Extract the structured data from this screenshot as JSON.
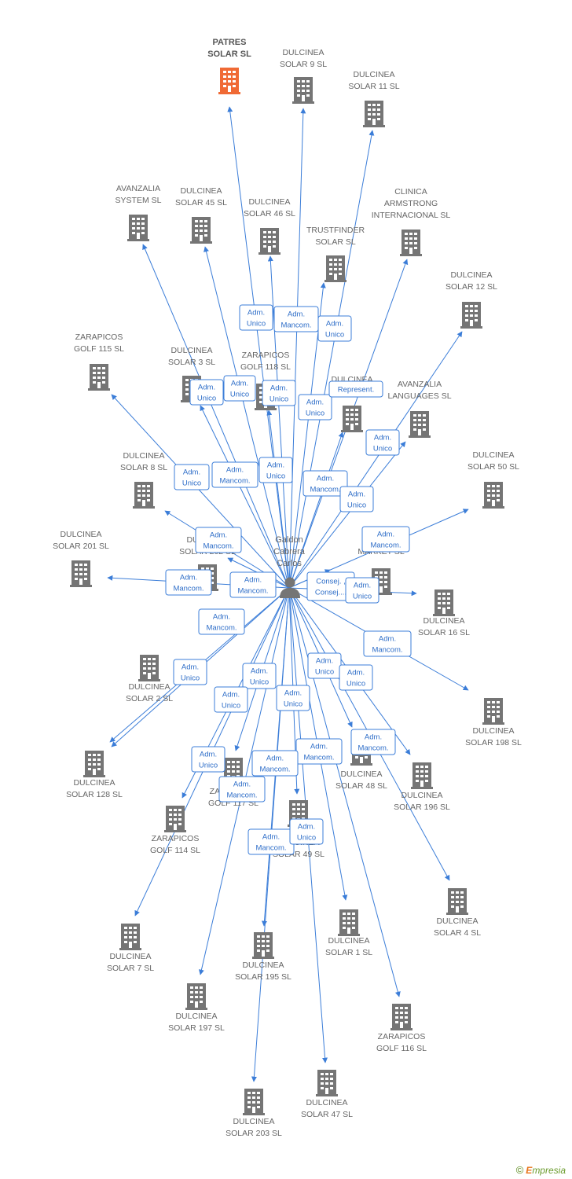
{
  "colors": {
    "edge": "#3b7dd8",
    "building": "#757575",
    "highlight_building": "#f06a35",
    "label": "#666666"
  },
  "center": {
    "name_lines": [
      "Galdon",
      "Cabrera",
      "Carlos"
    ],
    "icon": "person-icon"
  },
  "nodes": [
    {
      "id": "patres",
      "lines": [
        "PATRES",
        "SOLAR SL"
      ],
      "highlight": true
    },
    {
      "id": "d9",
      "lines": [
        "DULCINEA",
        "SOLAR 9 SL"
      ]
    },
    {
      "id": "d11",
      "lines": [
        "DULCINEA",
        "SOLAR 11 SL"
      ]
    },
    {
      "id": "avsys",
      "lines": [
        "AVANZALIA",
        "SYSTEM SL"
      ]
    },
    {
      "id": "d45",
      "lines": [
        "DULCINEA",
        "SOLAR 45 SL"
      ]
    },
    {
      "id": "d46",
      "lines": [
        "DULCINEA",
        "SOLAR 46 SL"
      ]
    },
    {
      "id": "trust",
      "lines": [
        "TRUSTFINDER",
        "SOLAR SL"
      ]
    },
    {
      "id": "clinica",
      "lines": [
        "CLINICA",
        "ARMSTRONG",
        "INTERNACIONAL SL"
      ]
    },
    {
      "id": "d12",
      "lines": [
        "DULCINEA",
        "SOLAR 12 SL"
      ]
    },
    {
      "id": "z115",
      "lines": [
        "ZARAPICOS",
        "GOLF 115 SL"
      ]
    },
    {
      "id": "d3",
      "lines": [
        "DULCINEA",
        "SOLAR 3 SL"
      ]
    },
    {
      "id": "z118",
      "lines": [
        "ZARAPICOS",
        "GOLF 118 SL"
      ]
    },
    {
      "id": "dx",
      "lines": [
        "DULCINEA",
        ""
      ]
    },
    {
      "id": "avlang",
      "lines": [
        "AVANZALIA",
        "LANGUAGES SL"
      ]
    },
    {
      "id": "d50",
      "lines": [
        "DULCINEA",
        "SOLAR 50 SL"
      ]
    },
    {
      "id": "d8",
      "lines": [
        "DULCINEA",
        "SOLAR 8 SL"
      ]
    },
    {
      "id": "d202",
      "lines": [
        "DULCINEA",
        "SOLAR 202 SL"
      ]
    },
    {
      "id": "market",
      "lines": [
        "G...",
        "MARKET SL"
      ]
    },
    {
      "id": "d201",
      "lines": [
        "DULCINEA",
        "SOLAR 201 SL"
      ]
    },
    {
      "id": "d16",
      "lines": [
        "DULCINEA",
        "SOLAR 16 SL"
      ]
    },
    {
      "id": "d2",
      "lines": [
        "DULCINEA",
        "SOLAR 2 SL"
      ]
    },
    {
      "id": "d198",
      "lines": [
        "DULCINEA",
        "SOLAR 198 SL"
      ]
    },
    {
      "id": "d128",
      "lines": [
        "DULCINEA",
        "SOLAR 128 SL"
      ]
    },
    {
      "id": "z117",
      "lines": [
        "ZARAPICOS",
        "GOLF 117 SL"
      ]
    },
    {
      "id": "d48",
      "lines": [
        "DULCINEA",
        "SOLAR 48 SL"
      ]
    },
    {
      "id": "d196",
      "lines": [
        "DULCINEA",
        "SOLAR 196 SL"
      ]
    },
    {
      "id": "z114",
      "lines": [
        "ZARAPICOS",
        "GOLF 114 SL"
      ]
    },
    {
      "id": "d49",
      "lines": [
        "DULCINEA",
        "SOLAR 49 SL"
      ]
    },
    {
      "id": "d4",
      "lines": [
        "DULCINEA",
        "SOLAR 4 SL"
      ]
    },
    {
      "id": "d1",
      "lines": [
        "DULCINEA",
        "SOLAR 1 SL"
      ]
    },
    {
      "id": "d7",
      "lines": [
        "DULCINEA",
        "SOLAR 7 SL"
      ]
    },
    {
      "id": "d195",
      "lines": [
        "DULCINEA",
        "SOLAR 195 SL"
      ]
    },
    {
      "id": "d197",
      "lines": [
        "DULCINEA",
        "SOLAR 197 SL"
      ]
    },
    {
      "id": "z116",
      "lines": [
        "ZARAPICOS",
        "GOLF 116 SL"
      ]
    },
    {
      "id": "d47",
      "lines": [
        "DULCINEA",
        "SOLAR 47 SL"
      ]
    },
    {
      "id": "d203",
      "lines": [
        "DULCINEA",
        "SOLAR 203 SL"
      ]
    }
  ],
  "roles": [
    {
      "lines": [
        "Adm.",
        "Unico"
      ]
    },
    {
      "lines": [
        "Adm.",
        "Mancom."
      ]
    },
    {
      "lines": [
        "Adm.",
        "Unico"
      ]
    },
    {
      "lines": [
        "Adm.",
        "Unico"
      ]
    },
    {
      "lines": [
        "Adm.",
        "Unico"
      ]
    },
    {
      "lines": [
        "Adm.",
        "Unico"
      ]
    },
    {
      "lines": [
        "Adm.",
        "Unico"
      ]
    },
    {
      "lines": [
        "Represent."
      ]
    },
    {
      "lines": [
        "Adm.",
        "Unico"
      ]
    },
    {
      "lines": [
        "Adm.",
        "Unico"
      ]
    },
    {
      "lines": [
        "Adm.",
        "Mancom."
      ]
    },
    {
      "lines": [
        "Adm.",
        "Unico"
      ]
    },
    {
      "lines": [
        "Adm.",
        "Mancom."
      ]
    },
    {
      "lines": [
        "Adm.",
        "Unico"
      ]
    },
    {
      "lines": [
        "Adm.",
        "Mancom."
      ]
    },
    {
      "lines": [
        "Adm.",
        "Mancom."
      ]
    },
    {
      "lines": [
        "Adm.",
        "Mancom."
      ]
    },
    {
      "lines": [
        "Adm.",
        "Mancom."
      ]
    },
    {
      "lines": [
        "Consej. ,",
        "Consej...."
      ]
    },
    {
      "lines": [
        "Adm.",
        "Unico"
      ]
    },
    {
      "lines": [
        "Adm.",
        "Mancom."
      ]
    },
    {
      "lines": [
        "Adm.",
        "Mancom."
      ]
    },
    {
      "lines": [
        "Adm.",
        "Unico"
      ]
    },
    {
      "lines": [
        "Adm.",
        "Unico"
      ]
    },
    {
      "lines": [
        "Adm.",
        "Unico"
      ]
    },
    {
      "lines": [
        "Adm.",
        "Unico"
      ]
    },
    {
      "lines": [
        "Adm.",
        "Unico"
      ]
    },
    {
      "lines": [
        "Adm.",
        "Unico"
      ]
    },
    {
      "lines": [
        "Adm.",
        "Mancom."
      ]
    },
    {
      "lines": [
        "Adm.",
        "Mancom."
      ]
    },
    {
      "lines": [
        "Adm.",
        "Mancom."
      ]
    },
    {
      "lines": [
        "Adm.",
        "Mancom."
      ]
    },
    {
      "lines": [
        "Adm.",
        "Unico"
      ]
    },
    {
      "lines": [
        "Adm.",
        "Mancom."
      ]
    },
    {
      "lines": [
        "Adm.",
        "Unico"
      ]
    }
  ],
  "footer": {
    "copyright": "©",
    "brand_initial": "E",
    "brand_rest": "mpresia"
  }
}
